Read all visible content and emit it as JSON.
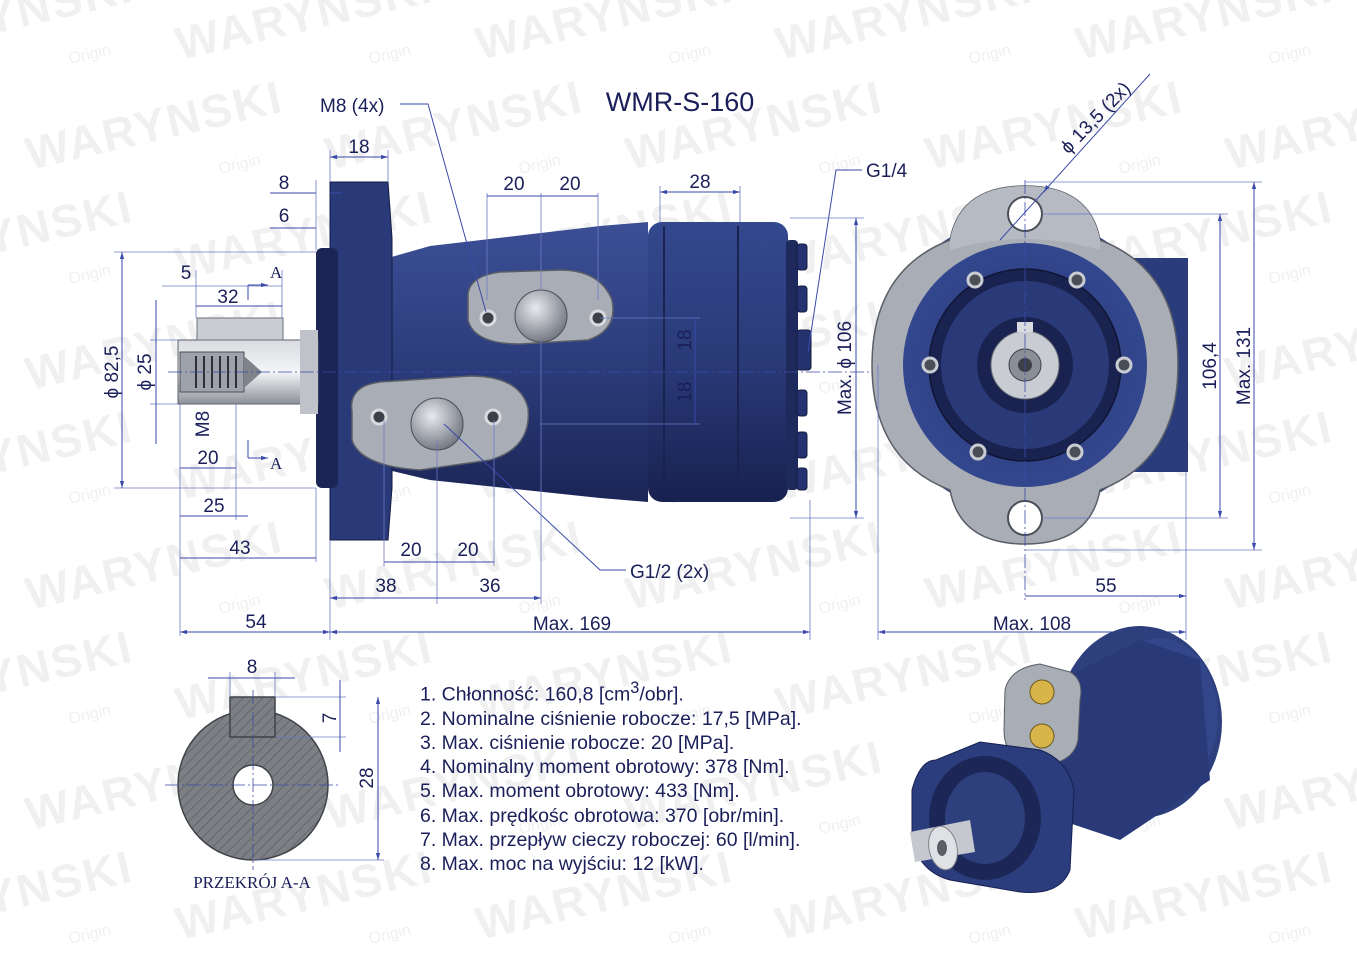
{
  "title": "WMR-S-160",
  "watermark": {
    "brand": "WARYNSKI",
    "sub": "Origin"
  },
  "colors": {
    "motor_blue": "#2d3f7c",
    "flange_gray": "#a9adb6",
    "dim_line": "#3a4aa8",
    "text": "#1a1f5a"
  },
  "side_view": {
    "labels": {
      "m8": "M8 (4x)",
      "g14": "G1/4",
      "g12": "G1/2 (2x)",
      "section_a": "A",
      "section_a2": "A"
    },
    "dims": {
      "d18_top": "18",
      "d8": "8",
      "d6": "6",
      "d20a": "20",
      "d20b": "20",
      "d28": "28",
      "d5": "5",
      "d32": "32",
      "d825": "ϕ 82,5",
      "d25": "ϕ 25",
      "m8_thread": "M8",
      "d20_low": "20",
      "d25_low": "25",
      "d43": "43",
      "d20c": "20",
      "d20d": "20",
      "d38": "38",
      "d36": "36",
      "d54": "54",
      "max169": "Max.  169",
      "d18a": "18",
      "d18b": "18",
      "max106": "Max.  ϕ 106"
    }
  },
  "front_view": {
    "dims": {
      "hole": "ϕ 13,5 (2x)",
      "d1064": "106,4",
      "max131": "Max.  131",
      "d55": "55",
      "max108": "Max.  108"
    }
  },
  "section": {
    "title": "PRZEKRÓJ A-A",
    "dims": {
      "d8": "8",
      "d7": "7",
      "d28": "28"
    }
  },
  "specs": [
    {
      "text": "1. Chłonność: 160,8 [cm",
      "sup": "3",
      "tail": "/obr]."
    },
    {
      "text": "2. Nominalne ciśnienie robocze: 17,5 [MPa]."
    },
    {
      "text": "3. Max. ciśnienie robocze: 20 [MPa]."
    },
    {
      "text": "4. Nominalny moment obrotowy: 378 [Nm]."
    },
    {
      "text": "5. Max. moment obrotowy: 433 [Nm]."
    },
    {
      "text": "6. Max. prędkośc obrotowa: 370 [obr/min]."
    },
    {
      "text": "7. Max. przepływ cieczy roboczej: 60 [l/min]."
    },
    {
      "text": "8. Max. moc na wyjściu: 12 [kW]."
    }
  ]
}
